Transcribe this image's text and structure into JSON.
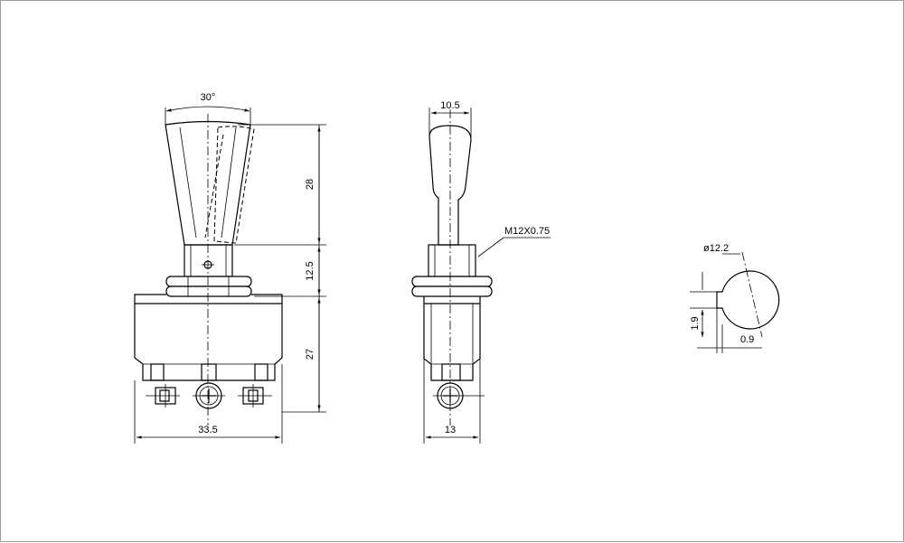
{
  "front_view": {
    "angle_label": "30°",
    "handle_height": "28",
    "bushing_height": "12.5",
    "body_height": "27",
    "body_width": "33.5"
  },
  "side_view": {
    "handle_width": "10.5",
    "thread_label": "M12X0.75",
    "body_width": "13"
  },
  "panel_cutout": {
    "diameter_label": "ø12.2",
    "key_height": "1.9",
    "key_width": "0.9"
  }
}
